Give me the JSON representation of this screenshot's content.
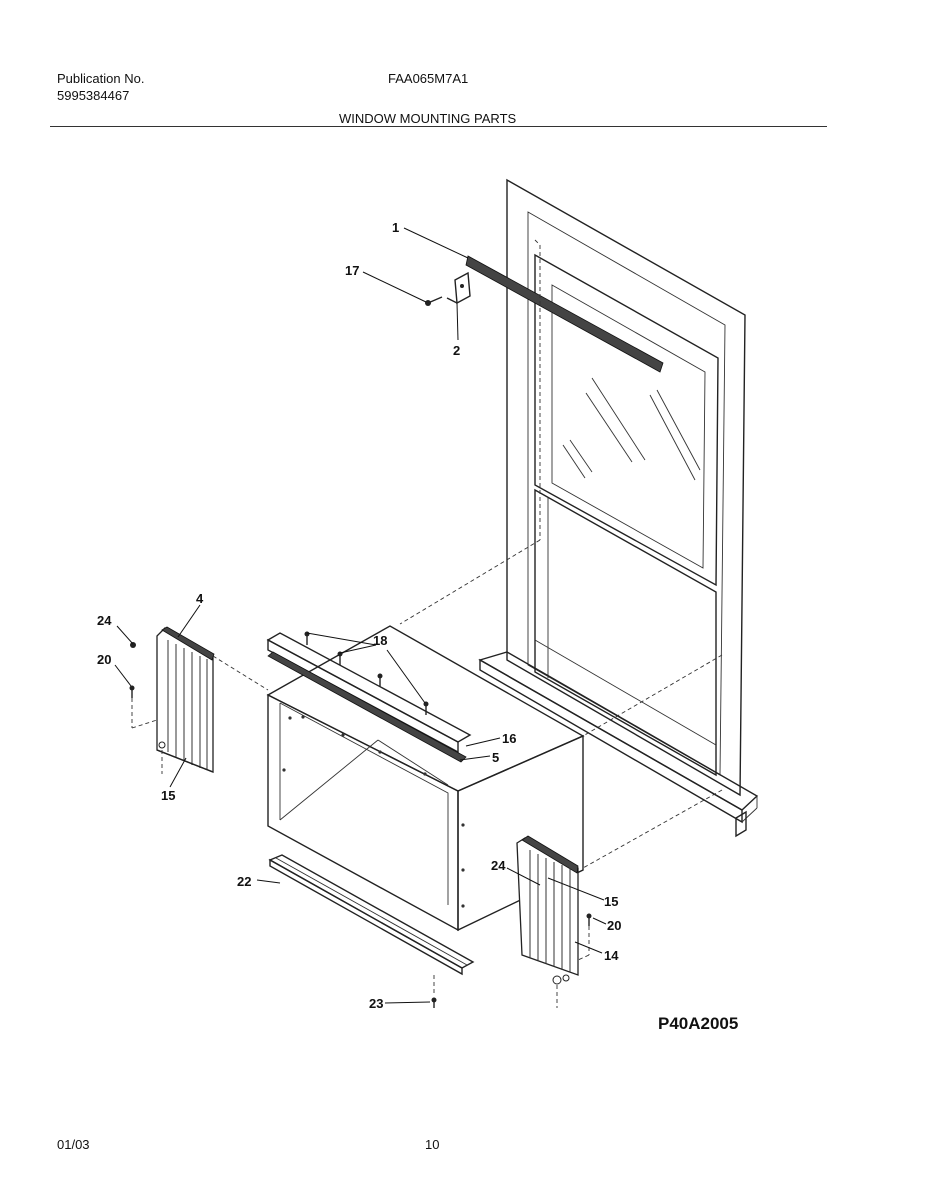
{
  "header": {
    "publication_label": "Publication No.",
    "publication_number": "5995384467",
    "model": "FAA065M7A1",
    "section_title": "WINDOW MOUNTING PARTS"
  },
  "callouts": {
    "c1": "1",
    "c17": "17",
    "c2": "2",
    "c4": "4",
    "c24_left": "24",
    "c20_left": "20",
    "c15_left": "15",
    "c18": "18",
    "c16": "16",
    "c5": "5",
    "c22": "22",
    "c23": "23",
    "c24_right": "24",
    "c15_right": "15",
    "c20_right": "20",
    "c14": "14"
  },
  "drawing_code": "P40A2005",
  "footer": {
    "date": "01/03",
    "page": "10"
  }
}
